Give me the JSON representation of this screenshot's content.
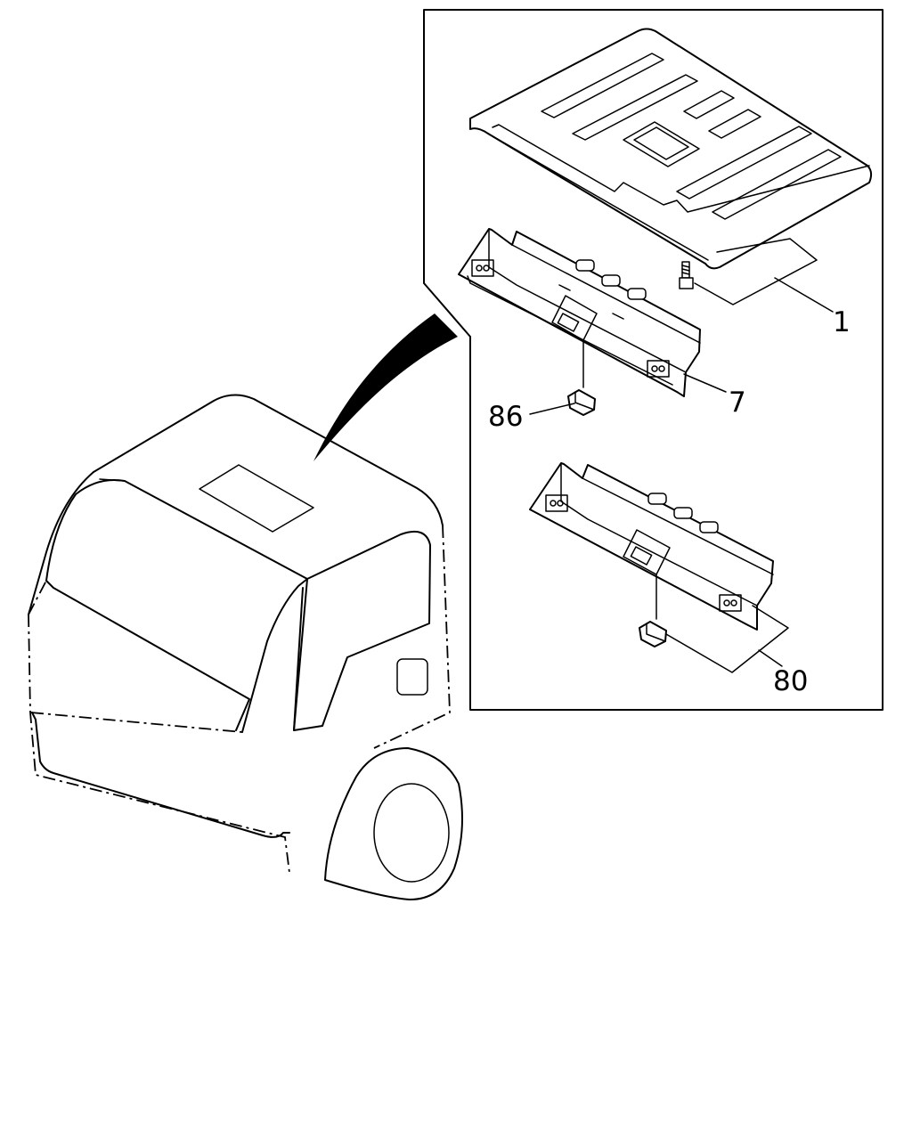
{
  "callouts": {
    "part_1": "1",
    "part_7": "7",
    "part_86": "86",
    "part_80": "80"
  }
}
